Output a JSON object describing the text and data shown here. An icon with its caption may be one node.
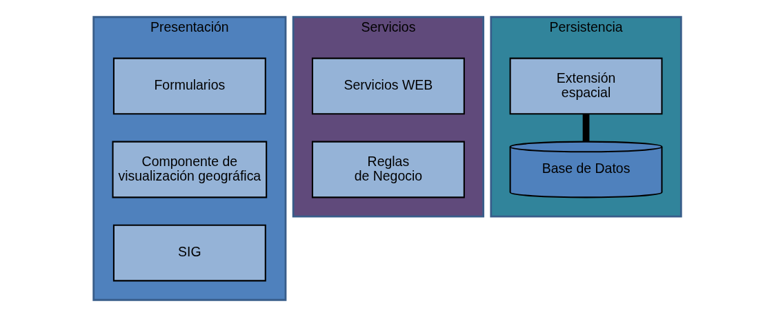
{
  "diagram": {
    "nodes": [
      {
        "text": [
          "Presentación"
        ]
      },
      {
        "text": [
          "Formularios"
        ],
        "in": 0
      },
      {
        "text": [
          "Componente de visualización geográfica"
        ],
        "in": 0
      },
      {
        "text": [
          "SIG"
        ],
        "in": 0
      },
      {
        "text": [
          "Servicios"
        ]
      },
      {
        "text": [
          "Servicios WEB"
        ],
        "in": 4
      },
      {
        "text": [
          "Reglas de Negocio"
        ],
        "in": 4
      },
      {
        "text": [
          "Persistencia"
        ]
      },
      {
        "text": [
          "Extensión espacial"
        ],
        "in": 7
      },
      {
        "text": [
          "Base de Datos"
        ],
        "in": 7
      }
    ],
    "edges": [
      {
        "from": 8,
        "to": 9,
        "arrow": "none"
      }
    ]
  }
}
